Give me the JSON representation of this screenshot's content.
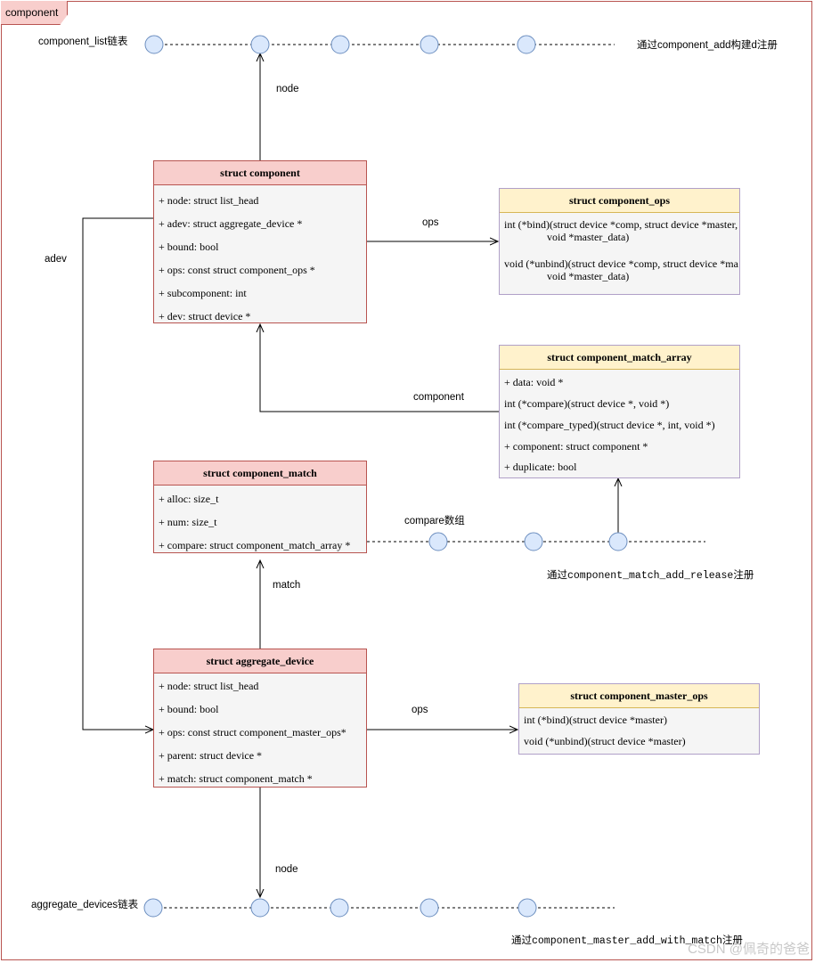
{
  "frame": {
    "tab_label": "component"
  },
  "lists": {
    "component_list_label": "component_list链表",
    "component_list_note": "通过component_add构建d注册",
    "aggregate_list_label": "aggregate_devices链表",
    "aggregate_list_note": "通过component_master_add_with_match注册",
    "compare_array_label": "compare数组",
    "match_array_note": "通过component_match_add_release注册"
  },
  "edges": {
    "node_top": "node",
    "adev": "adev",
    "ops_component": "ops",
    "component": "component",
    "match": "match",
    "ops_master": "ops",
    "node_bottom": "node"
  },
  "boxes": {
    "component": {
      "title": "struct  component",
      "fields": [
        "+ node: struct list_head",
        "+ adev: struct aggregate_device *",
        "+ bound: bool",
        "+ ops: const struct component_ops *",
        "+ subcomponent: int",
        "+ dev: struct device *"
      ]
    },
    "component_ops": {
      "title": "struct  component_ops",
      "bind": "int (*bind)(struct device *comp, struct device *master,\n                void *master_data)",
      "unbind": "void (*unbind)(struct device *comp, struct device *ma\n                void *master_data)"
    },
    "component_match_array": {
      "title": "struct  component_match_array",
      "fields": [
        "+ data: void *",
        "int (*compare)(struct device *, void *)",
        "int (*compare_typed)(struct device *, int, void *)",
        "+ component: struct component *",
        "+ duplicate: bool"
      ]
    },
    "component_match": {
      "title": "struct  component_match",
      "fields": [
        "+ alloc: size_t",
        "+ num: size_t",
        "+ compare: struct component_match_array *"
      ]
    },
    "aggregate_device": {
      "title": "struct  aggregate_device",
      "fields": [
        "+ node: struct list_head",
        "+ bound: bool",
        "+ ops: const struct component_master_ops*",
        "+ parent: struct device *",
        "+ match: struct component_match *"
      ]
    },
    "component_master_ops": {
      "title": "struct  component_master_ops",
      "fields": [
        "int (*bind)(struct device *master)",
        "void (*unbind)(struct device *master)"
      ]
    }
  },
  "watermark": "CSDN @佩奇的爸爸",
  "colors": {
    "red_header": "#f8cecc",
    "red_border": "#b85450",
    "yellow_header": "#fff2cc",
    "yellow_border": "#d6b656",
    "node_fill": "#dae8fc",
    "node_stroke": "#6c8ebf"
  }
}
